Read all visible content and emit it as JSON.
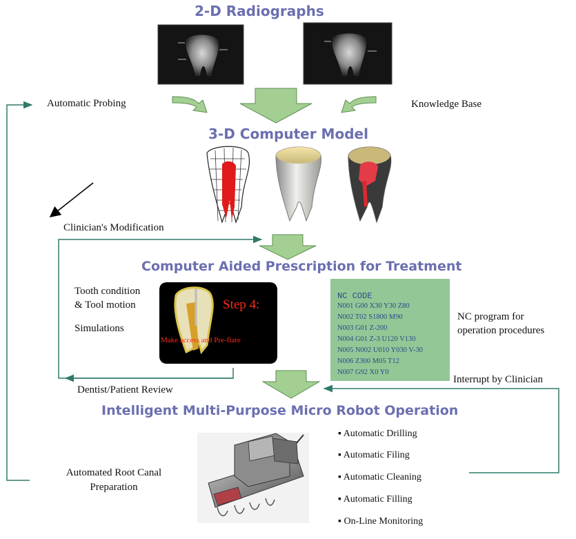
{
  "headings": {
    "radiographs": "2-D Radiographs",
    "model": "3-D Computer Model",
    "prescription": "Computer Aided Prescription for Treatment",
    "robot": "Intelligent Multi-Purpose Micro Robot Operation"
  },
  "labels": {
    "automatic_probing": "Automatic Probing",
    "knowledge_base": "Knowledge Base",
    "clinician_modification": "Clinician's Modification",
    "tooth_condition": "Tooth condition",
    "tool_motion": "& Tool motion",
    "simulations": "Simulations",
    "dentist_review": "Dentist/Patient Review",
    "interrupt": "Interrupt by Clinician",
    "nc_program_1": "NC program for",
    "nc_program_2": "operation procedures",
    "root_canal_1": "Automated Root Canal",
    "root_canal_2": "Preparation"
  },
  "simulation": {
    "step": "Step 4:",
    "caption": "Make access and Pre-flare"
  },
  "nc_code": {
    "title": "NC CODE",
    "lines": [
      "N001  G00  X30  Y30  Z80",
      "N002  T02  S1800  M90",
      "N003  G01  Z-200",
      "N004  G01  Z-3  U120  V130",
      "N005  N002  U010  Y030  V-30",
      "N006  Z300  M05  T12",
      "N007  G92  X0  Y0"
    ]
  },
  "robot_functions": [
    "▪ Automatic Drilling",
    "▪ Automatic Filing",
    "▪ Automatic Cleaning",
    "▪ Automatic Filling",
    "▪ On-Line Monitoring"
  ],
  "colors": {
    "heading": "#6b6fb0",
    "flow_arrow": "#2f7a6a",
    "block_arrow": "#a4cf93",
    "nc_panel": "#93c796",
    "nc_text": "#2a4a8a",
    "sim_text": "#ff2a1a"
  }
}
